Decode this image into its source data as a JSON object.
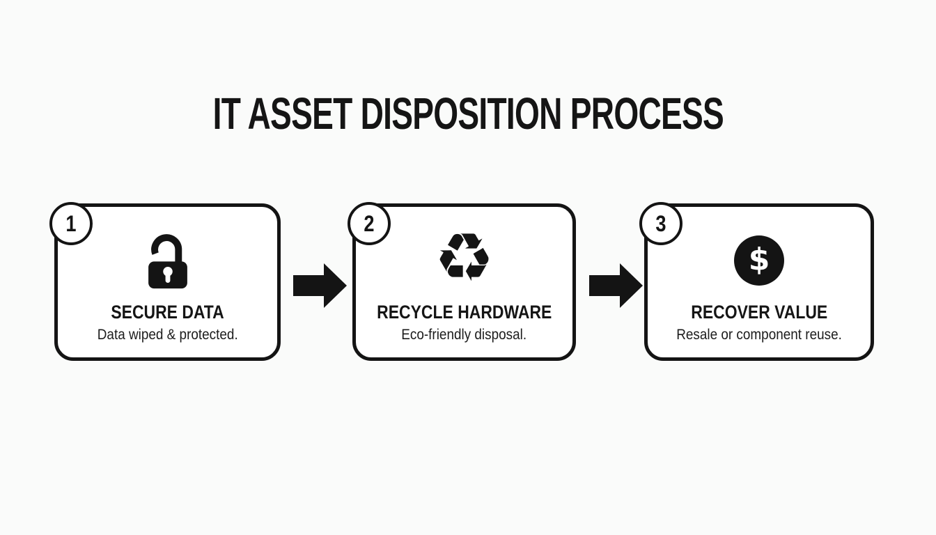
{
  "title": "IT ASSET DISPOSITION PROCESS",
  "steps": [
    {
      "number": "1",
      "icon": "unlocked-padlock-icon",
      "heading": "SECURE DATA",
      "subtitle": "Data wiped & protected."
    },
    {
      "number": "2",
      "icon": "recycle-icon",
      "heading": "RECYCLE HARDWARE",
      "subtitle": "Eco-friendly disposal."
    },
    {
      "number": "3",
      "icon": "dollar-coin-icon",
      "heading": "RECOVER VALUE",
      "subtitle": "Resale or component reuse."
    }
  ],
  "glyphs": {
    "recycle": "♻",
    "dollar": "$"
  },
  "colors": {
    "background": "#fafbfa",
    "ink": "#141414",
    "card_background": "#ffffff"
  }
}
